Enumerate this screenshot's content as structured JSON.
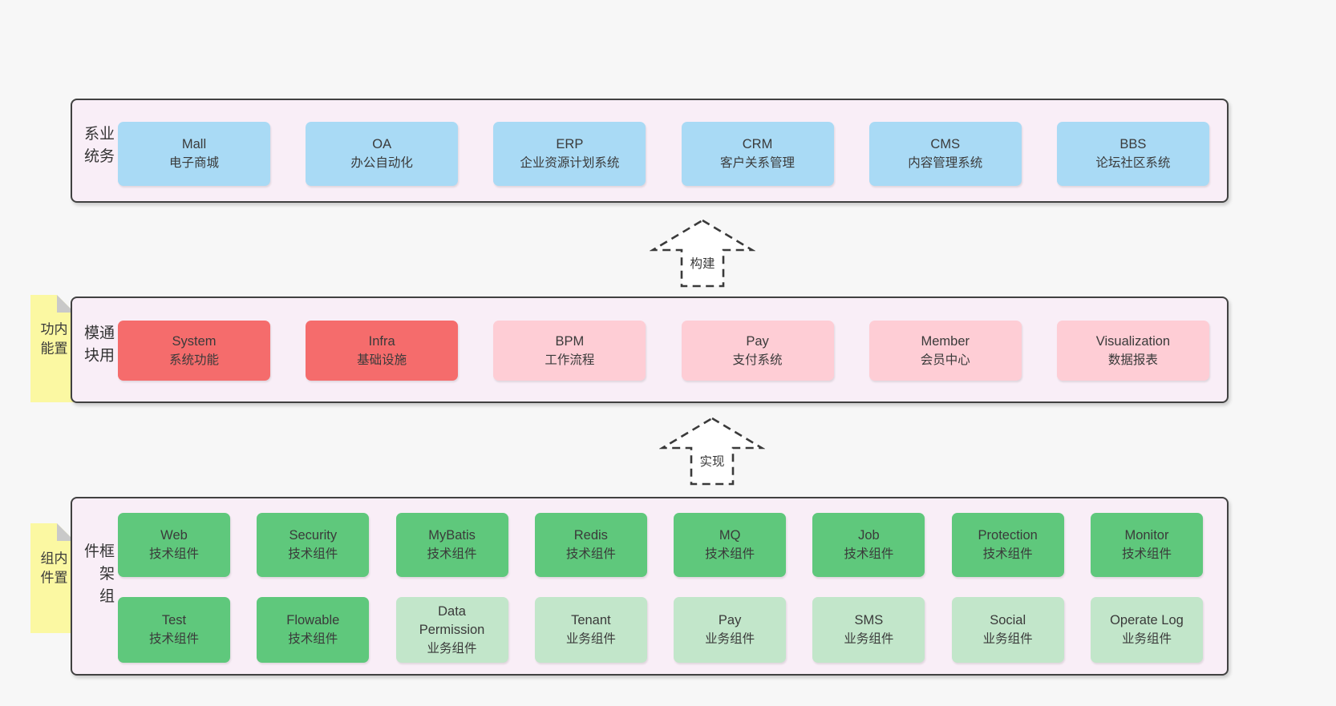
{
  "colors": {
    "page_bg": "#f7f7f7",
    "layer_bg": "#f9eef7",
    "layer_border": "#414141",
    "box_blue": "#a9daf5",
    "box_red": "#f56c6c",
    "box_pink": "#fecdd5",
    "box_green": "#5fc87c",
    "box_lightgreen": "#c2e6ca",
    "note_yellow": "#fbf8a2",
    "note_fold_gray": "#c9c9c9",
    "text": "#3a3a3a"
  },
  "arrows": [
    {
      "label": "构建"
    },
    {
      "label": "实现"
    }
  ],
  "layers": [
    {
      "label": "业务系统",
      "rows": [
        [
          {
            "title": "Mall",
            "subtitle": "电子商城"
          },
          {
            "title": "OA",
            "subtitle": "办公自动化"
          },
          {
            "title": "ERP",
            "subtitle": "企业资源计划系统"
          },
          {
            "title": "CRM",
            "subtitle": "客户关系管理"
          },
          {
            "title": "CMS",
            "subtitle": "内容管理系统"
          },
          {
            "title": "BBS",
            "subtitle": "论坛社区系统"
          }
        ]
      ]
    },
    {
      "label": "通用模块",
      "note": "内置功能",
      "rows": [
        [
          {
            "title": "System",
            "subtitle": "系统功能"
          },
          {
            "title": "Infra",
            "subtitle": "基础设施"
          },
          {
            "title": "BPM",
            "subtitle": "工作流程"
          },
          {
            "title": "Pay",
            "subtitle": "支付系统"
          },
          {
            "title": "Member",
            "subtitle": "会员中心"
          },
          {
            "title": "Visualization",
            "subtitle": "数据报表"
          }
        ]
      ]
    },
    {
      "label": "框架组件",
      "note": "内置组件",
      "rows": [
        [
          {
            "title": "Web",
            "subtitle": "技术组件"
          },
          {
            "title": "Security",
            "subtitle": "技术组件"
          },
          {
            "title": "MyBatis",
            "subtitle": "技术组件"
          },
          {
            "title": "Redis",
            "subtitle": "技术组件"
          },
          {
            "title": "MQ",
            "subtitle": "技术组件"
          },
          {
            "title": "Job",
            "subtitle": "技术组件"
          },
          {
            "title": "Protection",
            "subtitle": "技术组件"
          },
          {
            "title": "Monitor",
            "subtitle": "技术组件"
          }
        ],
        [
          {
            "title": "Test",
            "subtitle": "技术组件"
          },
          {
            "title": "Flowable",
            "subtitle": "技术组件"
          },
          {
            "title": "Data\nPermission",
            "subtitle": "业务组件"
          },
          {
            "title": "Tenant",
            "subtitle": "业务组件"
          },
          {
            "title": "Pay",
            "subtitle": "业务组件"
          },
          {
            "title": "SMS",
            "subtitle": "业务组件"
          },
          {
            "title": "Social",
            "subtitle": "业务组件"
          },
          {
            "title": "Operate Log",
            "subtitle": "业务组件"
          }
        ]
      ]
    }
  ]
}
